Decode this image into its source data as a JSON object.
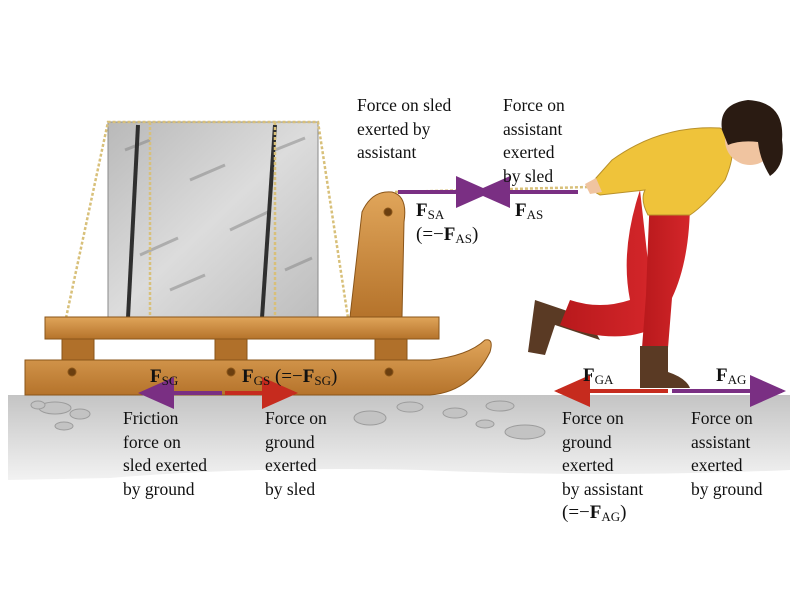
{
  "captions": {
    "force_on_sled_by_assistant": "Force on sled\nexerted by\nassistant",
    "force_on_assistant_by_sled": "Force on\nassistant\nexerted\nby sled",
    "friction_on_sled_by_ground": "Friction\nforce on\nsled exerted\nby ground",
    "force_on_ground_by_sled": "Force on\nground\nexerted\nby sled",
    "force_on_ground_by_assistant": "Force on\nground\nexerted\nby assistant",
    "force_on_assistant_by_ground": "Force on\nassistant\nexerted\nby ground"
  },
  "vectors": {
    "F_SA": {
      "symbol": "F",
      "sub": "SA",
      "open": "(=−",
      "eq_symbol": "F",
      "eq_sub": "AS",
      "close": ")"
    },
    "F_AS": {
      "symbol": "F",
      "sub": "AS"
    },
    "F_SG": {
      "symbol": "F",
      "sub": "SG"
    },
    "F_GS": {
      "symbol": "F",
      "sub": "GS",
      "open": " (=−",
      "eq_symbol": "F",
      "eq_sub": "SG",
      "close": ")"
    },
    "F_GA": {
      "symbol": "F",
      "sub": "GA"
    },
    "F_AG": {
      "symbol": "F",
      "sub": "AG",
      "paren_open": "(=−",
      "paren_symbol": "F",
      "paren_sub": "AG",
      "paren_close": ")"
    }
  },
  "colors": {
    "purple_arrow": "#7a2f83",
    "red_arrow": "#c62b1e",
    "wood": "#c98a3c",
    "ground": "#cfcfcf"
  }
}
